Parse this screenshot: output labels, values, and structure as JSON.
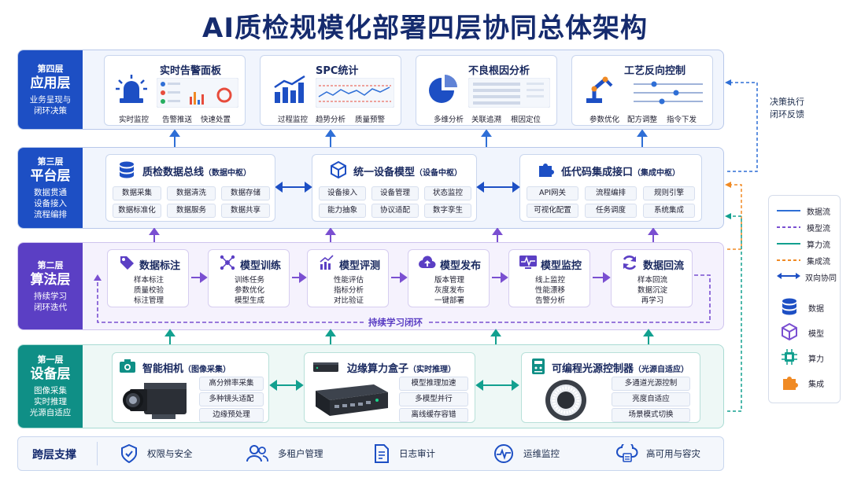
{
  "title": "AI质检规模化部署四层协同总体架构",
  "layers": {
    "l4": {
      "num": "第四层",
      "name": "应用层",
      "desc1": "业务呈现与",
      "desc2": "闭环决策"
    },
    "l3": {
      "num": "第三层",
      "name": "平台层",
      "desc1": "数据贯通",
      "desc2": "设备接入",
      "desc3": "流程编排"
    },
    "l2": {
      "num": "第二层",
      "name": "算法层",
      "desc1": "持续学习",
      "desc2": "闭环迭代"
    },
    "l1": {
      "num": "第一层",
      "name": "设备层",
      "desc1": "图像采集",
      "desc2": "实时推理",
      "desc3": "光源自适应"
    }
  },
  "apps": [
    {
      "title": "实时告警面板",
      "caps": [
        "实时监控",
        "告警推送",
        "快速处置"
      ],
      "icon": "siren-icon"
    },
    {
      "title": "SPC统计",
      "caps": [
        "过程监控",
        "趋势分析",
        "质量预警"
      ],
      "icon": "bar-chart-icon"
    },
    {
      "title": "不良根因分析",
      "caps": [
        "多维分析",
        "关联追溯",
        "根因定位"
      ],
      "icon": "pie-chart-icon"
    },
    {
      "title": "工艺反向控制",
      "caps": [
        "参数优化",
        "配方调整",
        "指令下发"
      ],
      "icon": "robot-arm-icon"
    }
  ],
  "platform": [
    {
      "title": "质检数据总线",
      "sub": "（数据中枢）",
      "items": [
        "数据采集",
        "数据清洗",
        "数据存储",
        "数据标准化",
        "数据服务",
        "数据共享"
      ]
    },
    {
      "title": "统一设备模型",
      "sub": "（设备中枢）",
      "items": [
        "设备接入",
        "设备管理",
        "状态监控",
        "能力抽象",
        "协议适配",
        "数字孪生"
      ]
    },
    {
      "title": "低代码集成接口",
      "sub": "（集成中枢）",
      "items": [
        "API网关",
        "流程编排",
        "规则引擎",
        "可视化配置",
        "任务调度",
        "系统集成"
      ]
    }
  ],
  "algo": [
    {
      "title": "数据标注",
      "items": [
        "样本标注",
        "质量校验",
        "标注管理"
      ]
    },
    {
      "title": "模型训练",
      "items": [
        "训练任务",
        "参数优化",
        "模型生成"
      ]
    },
    {
      "title": "模型评测",
      "items": [
        "性能评估",
        "指标分析",
        "对比验证"
      ]
    },
    {
      "title": "模型发布",
      "items": [
        "版本管理",
        "灰度发布",
        "一键部署"
      ]
    },
    {
      "title": "模型监控",
      "items": [
        "线上监控",
        "性能漂移",
        "告警分析"
      ]
    },
    {
      "title": "数据回流",
      "items": [
        "样本回流",
        "数据沉淀",
        "再学习"
      ]
    }
  ],
  "loop_label": "持续学习闭环",
  "devices": [
    {
      "title": "智能相机",
      "sub": "（图像采集）",
      "items": [
        "高分辨率采集",
        "多种镜头适配",
        "边缘预处理"
      ]
    },
    {
      "title": "边缘算力盒子",
      "sub": "（实时推理）",
      "items": [
        "模型推理加速",
        "多模型并行",
        "离线缓存容错"
      ]
    },
    {
      "title": "可编程光源控制器",
      "sub": "（光源自适应）",
      "items": [
        "多通道光源控制",
        "亮度自适应",
        "场景模式切换"
      ]
    }
  ],
  "feedback": {
    "line1": "决策执行",
    "line2": "闭环反馈"
  },
  "legend": {
    "lines": [
      "数据流",
      "模型流",
      "算力流",
      "集成流",
      "双向协同"
    ],
    "icons": [
      "数据",
      "模型",
      "算力",
      "集成"
    ]
  },
  "footer": {
    "label": "跨层支撑",
    "items": [
      "权限与安全",
      "多租户管理",
      "日志审计",
      "运维监控",
      "高可用与容灾"
    ]
  },
  "colors": {
    "l4": "#1d4fc4",
    "l3": "#1d4fc4",
    "l2": "#5b3fc4",
    "l1": "#0f8f86",
    "data": "#2f6fd6",
    "model": "#7a4fd1",
    "compute": "#12a08f",
    "integ": "#f08a24"
  }
}
